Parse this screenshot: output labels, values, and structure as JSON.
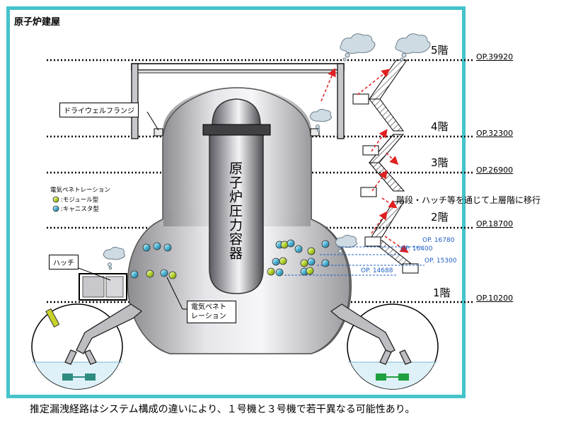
{
  "title": "原子炉建屋",
  "floors": [
    {
      "label": "5階",
      "op": "OP.39920"
    },
    {
      "label": "4階",
      "op": "OP.32300"
    },
    {
      "label": "3階",
      "op": "OP.26900"
    },
    {
      "label": "2階",
      "op": "OP.18700"
    },
    {
      "label": "1階",
      "op": "OP.10200"
    }
  ],
  "penetration_levels": [
    "OP. 16780",
    "OP. 16400",
    "OP. 15300",
    "OP. 14688"
  ],
  "labels": {
    "drywell_flange": "ドライウェルフランジ",
    "hatch": "ハッチ",
    "electrical_penetration": "電気ペネトレーション",
    "vessel": "原子炉圧力容器",
    "route_note": "階段・ハッチ等を通じて上層階に移行"
  },
  "legend": {
    "title": "電気ペネトレーション",
    "module": ":モジュール型",
    "canister": ":キャニスタ型"
  },
  "colors": {
    "frame": "#45c3c9",
    "module_dot": "#b8d830",
    "canister_dot": "#4fb8d8",
    "water": "#dff1f8",
    "arrow": "#e02020",
    "op_text": "#1f5fc4"
  },
  "footer": "推定漏洩経路はシステム構成の違いにより、１号機と３号機で若干異なる可能性あり。"
}
